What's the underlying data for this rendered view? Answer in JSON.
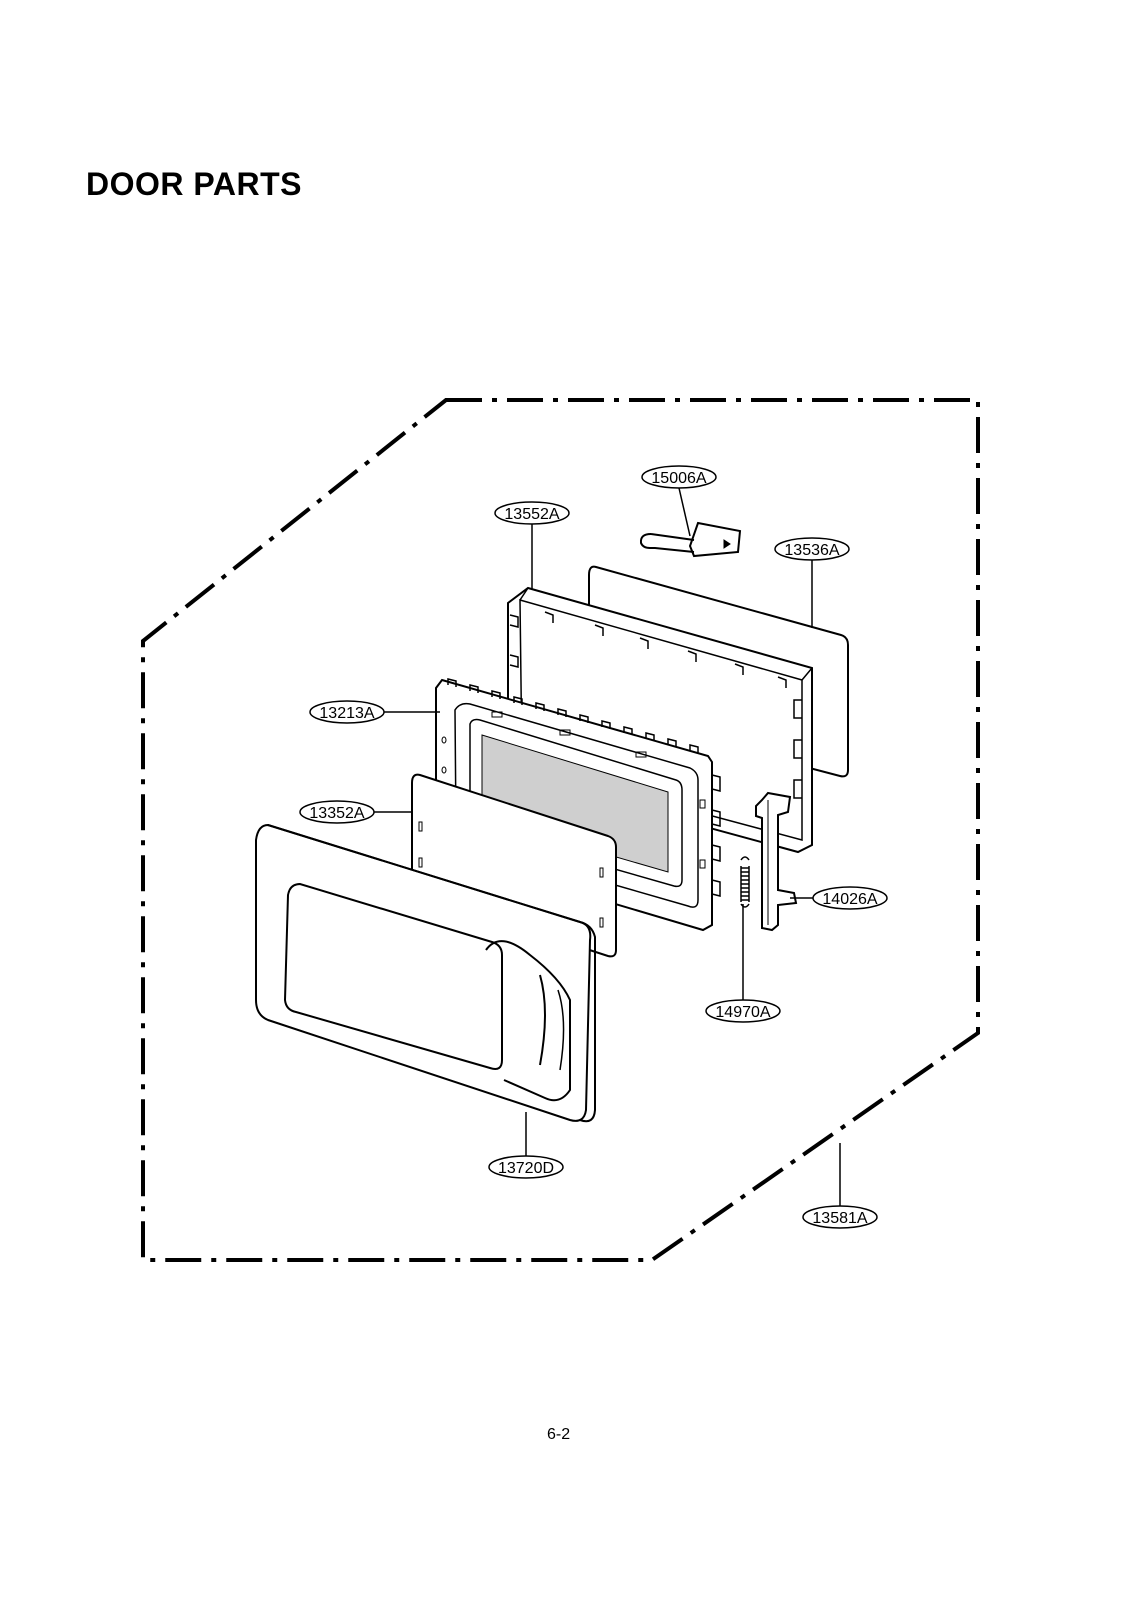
{
  "page": {
    "title": "DOOR PARTS",
    "page_number": "6-2"
  },
  "parts": {
    "p15006A": "15006A",
    "p13552A": "13552A",
    "p13536A": "13536A",
    "p13213A": "13213A",
    "p13352A": "13352A",
    "p14026A": "14026A",
    "p14970A": "14970A",
    "p13720D": "13720D",
    "p13581A": "13581A"
  }
}
